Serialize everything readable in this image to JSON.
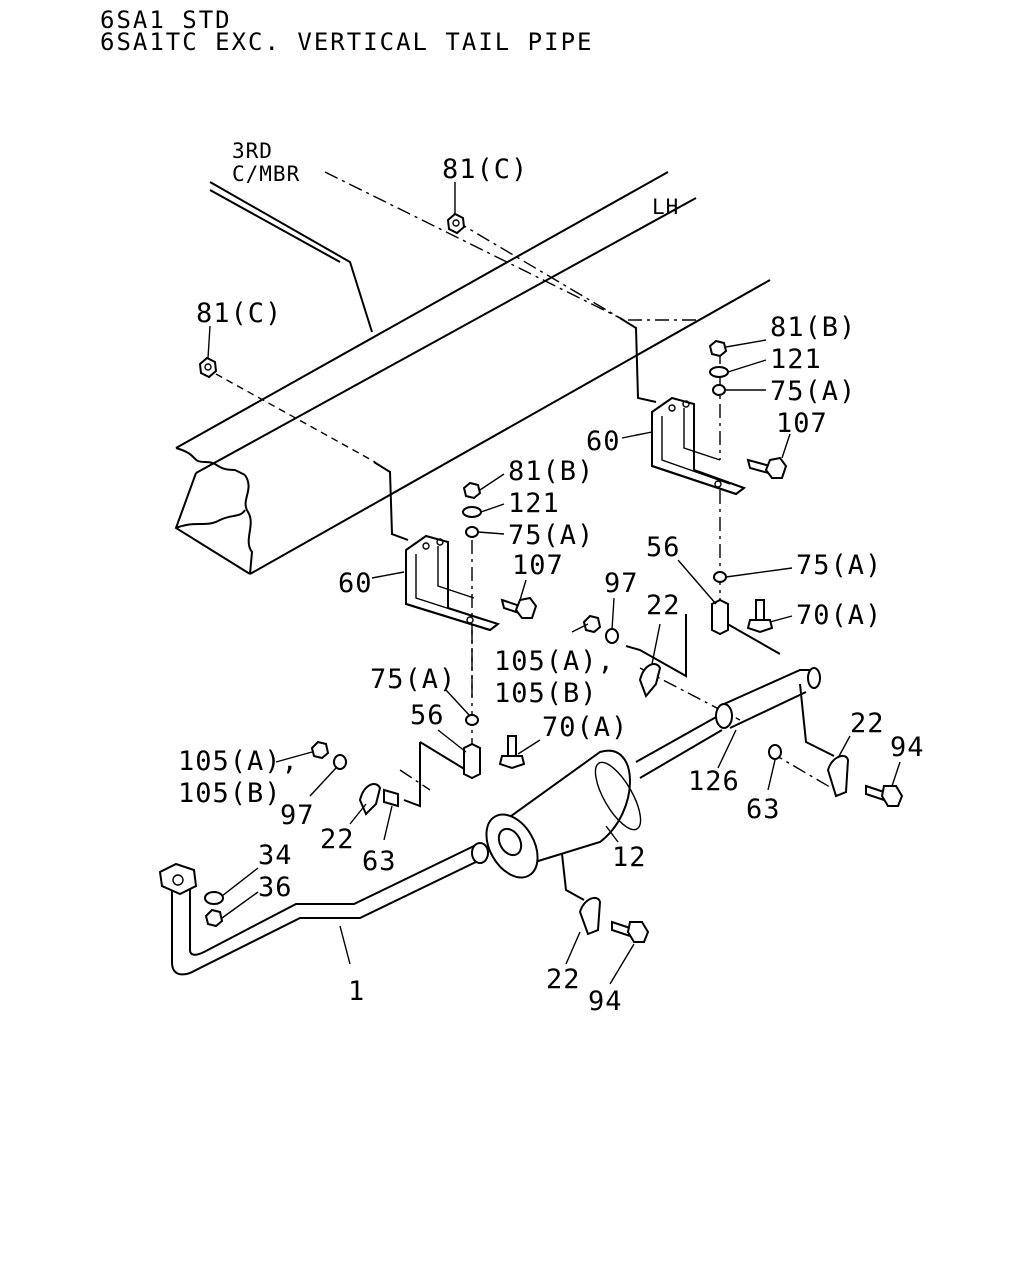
{
  "header": {
    "line1": "6SA1 STD",
    "line2": "6SA1TC EXC. VERTICAL TAIL PIPE"
  },
  "frame_labels": {
    "crossmember_line1": "3RD",
    "crossmember_line2": "C/MBR",
    "side": "LH"
  },
  "callouts": {
    "c81c_top": "81(C)",
    "c81c_left": "81(C)",
    "c81b_right": "81(B)",
    "c121_right": "121",
    "c75a_right_top": "75(A)",
    "c107_right": "107",
    "c60_right": "60",
    "c81b_left": "81(B)",
    "c121_left": "121",
    "c75a_left_top": "75(A)",
    "c107_left": "107",
    "c60_left": "60",
    "c56_right": "56",
    "c75a_right_low": "75(A)",
    "c70a_right": "70(A)",
    "c97_right": "97",
    "c22_right_upper": "22",
    "c105a_right": "105(A),",
    "c105b_right": "105(B)",
    "c75a_left_low": "75(A)",
    "c56_left": "56",
    "c70a_left": "70(A)",
    "c105a_left": "105(A),",
    "c105b_left": "105(B)",
    "c97_left": "97",
    "c22_left": "22",
    "c63_left": "63",
    "c34": "34",
    "c36": "36",
    "c12": "12",
    "c126": "126",
    "c63_right": "63",
    "c22_right_lower": "22",
    "c94_right": "94",
    "c22_bottom": "22",
    "c94_bottom": "94",
    "c1": "1"
  }
}
